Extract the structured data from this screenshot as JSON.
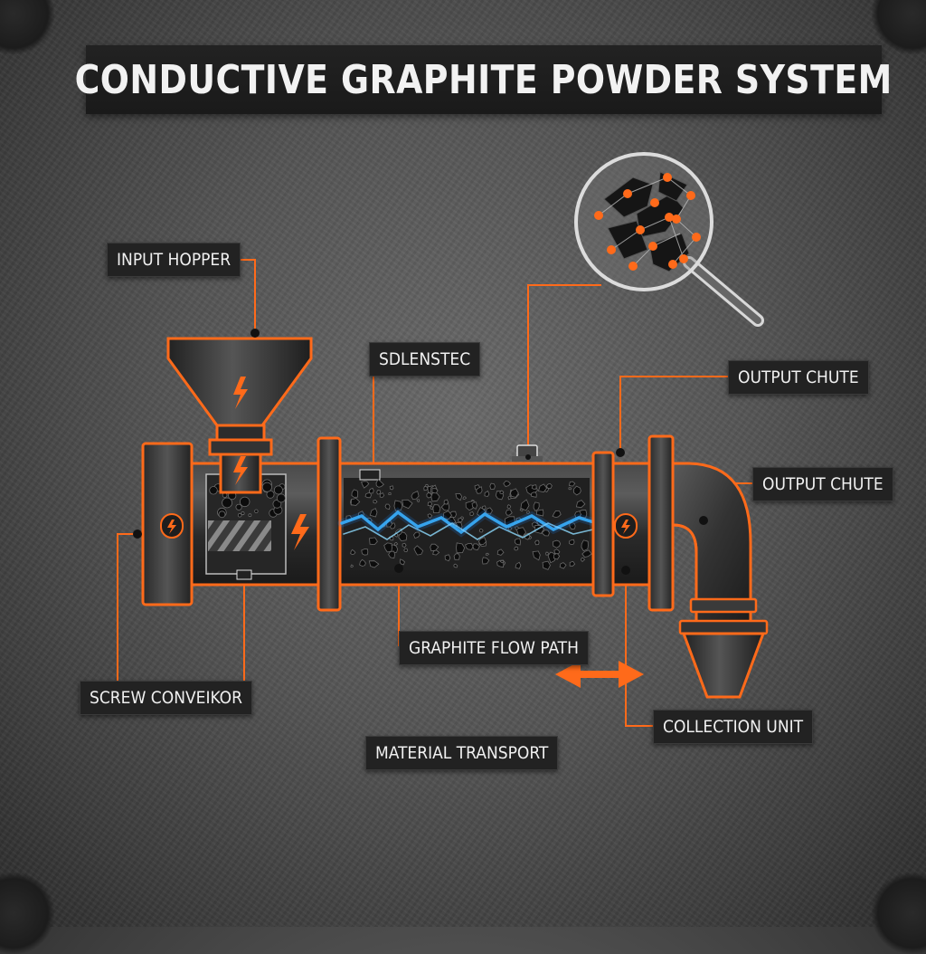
{
  "title": "CONDUCTIVE GRAPHITE POWDER SYSTEM",
  "labels": {
    "input_hopper": "INPUT HOPPER",
    "sdlenstec": "SDLENSTEC",
    "output_chute_top": "OUTPUT CHUTE",
    "output_chute_right": "OUTPUT CHUTE",
    "screw_conveyor": "SCREW CONVEIKOR",
    "graphite_flow_path": "GRAPHITE FLOW PATH",
    "collection_unit": "COLLECTION UNIT",
    "material_transport": "MATERIAL TRANSPORT"
  },
  "icons": {
    "bolt": "⚡",
    "flow": "electric-flow-icon",
    "magnifier": "magnifier-icon",
    "arrow": "double-arrow-icon"
  },
  "colors": {
    "accent": "#ff6a1a",
    "electric": "#3fb8ff",
    "pipe": "#2f2f2f",
    "label_bg": "#222222"
  }
}
